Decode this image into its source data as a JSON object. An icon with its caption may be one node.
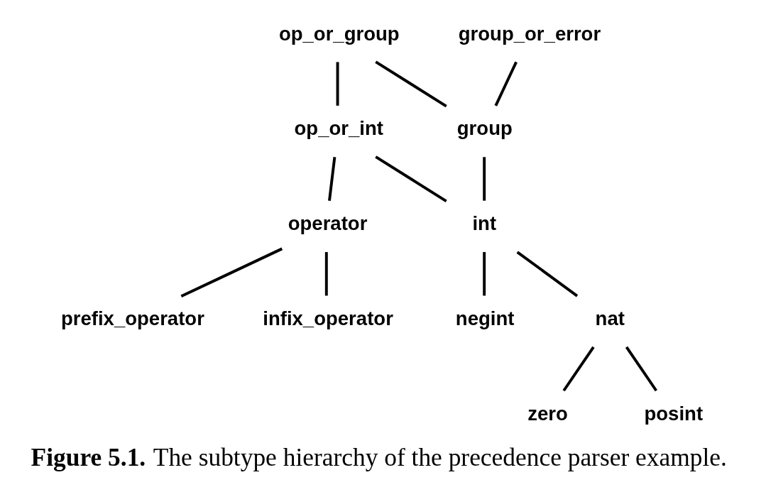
{
  "diagram": {
    "caption": "**Figure 5.1.** The subtype hierarchy of the precedence parser example.",
    "nodes": [
      {
        "text": [
          "op_or_group"
        ]
      },
      {
        "text": [
          "group_or_error"
        ]
      },
      {
        "text": [
          "op_or_int"
        ]
      },
      {
        "text": [
          "group"
        ]
      },
      {
        "text": [
          "operator"
        ]
      },
      {
        "text": [
          "int"
        ]
      },
      {
        "text": [
          "prefix_operator"
        ]
      },
      {
        "text": [
          "infix_operator"
        ]
      },
      {
        "text": [
          "negint"
        ]
      },
      {
        "text": [
          "nat"
        ]
      },
      {
        "text": [
          "zero"
        ]
      },
      {
        "text": [
          "posint"
        ]
      }
    ],
    "edges": [
      {
        "from": 0,
        "to": 2,
        "arrow": "none"
      },
      {
        "from": 0,
        "to": 3,
        "arrow": "none"
      },
      {
        "from": 1,
        "to": 3,
        "arrow": "none"
      },
      {
        "from": 2,
        "to": 4,
        "arrow": "none"
      },
      {
        "from": 2,
        "to": 5,
        "arrow": "none"
      },
      {
        "from": 3,
        "to": 5,
        "arrow": "none"
      },
      {
        "from": 4,
        "to": 6,
        "arrow": "none"
      },
      {
        "from": 4,
        "to": 7,
        "arrow": "none"
      },
      {
        "from": 5,
        "to": 8,
        "arrow": "none"
      },
      {
        "from": 5,
        "to": 9,
        "arrow": "none"
      },
      {
        "from": 9,
        "to": 10,
        "arrow": "none"
      },
      {
        "from": 9,
        "to": 11,
        "arrow": "none"
      }
    ]
  }
}
